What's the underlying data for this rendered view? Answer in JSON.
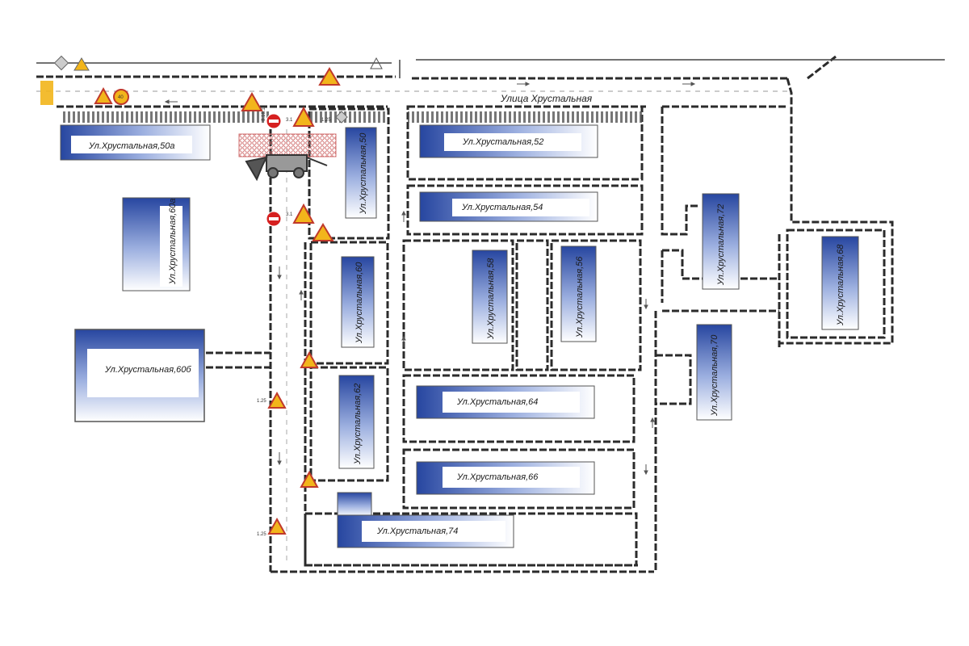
{
  "street": {
    "name": "Улица Хрустальная"
  },
  "buildings": {
    "b50a": "Ул.Хрустальная,50а",
    "b50": "Ул.Хрустальная,50",
    "b52": "Ул.Хрустальная,52",
    "b54": "Ул.Хрустальная,54",
    "b60a": "Ул.Хрустальная,60а",
    "b60": "Ул.Хрустальная,60",
    "b58": "Ул.Хрустальная,58",
    "b56": "Ул.Хрустальная,56",
    "b72": "Ул.Хрустальная,72",
    "b68": "Ул.Хрустальная,68",
    "b60b": "Ул.Хрустальная,60б",
    "b70": "Ул.Хрустальная,70",
    "b62": "Ул.Хрустальная,62",
    "b64": "Ул.Хрустальная,64",
    "b66": "Ул.Хрустальная,66",
    "b74": "Ул.Хрустальная,74"
  },
  "sign_codes": {
    "s31": "3.1",
    "s125": "1.25",
    "s8181": "8.18.1",
    "s40": "40"
  },
  "colors": {
    "road": "#2b2b2b",
    "building_dark": "#2746a0",
    "building_light": "#ffffff",
    "sign_red": "#d62020",
    "sign_yellow": "#f2b51b",
    "fence": "#e79b9b"
  }
}
